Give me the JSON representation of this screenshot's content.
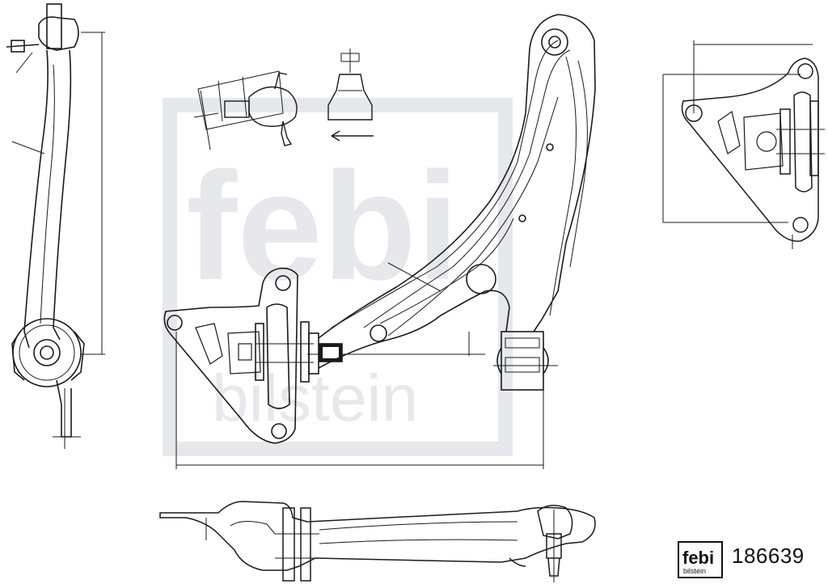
{
  "colors": {
    "stroke": "#1a1a1a",
    "watermark": "#e6e8ec",
    "background": "#ffffff"
  },
  "watermark": {
    "brand_top": "febi",
    "brand_bottom": "bilstein"
  },
  "logo": {
    "brand_top": "febi",
    "brand_bottom": "bilstein"
  },
  "part_number": "186639"
}
